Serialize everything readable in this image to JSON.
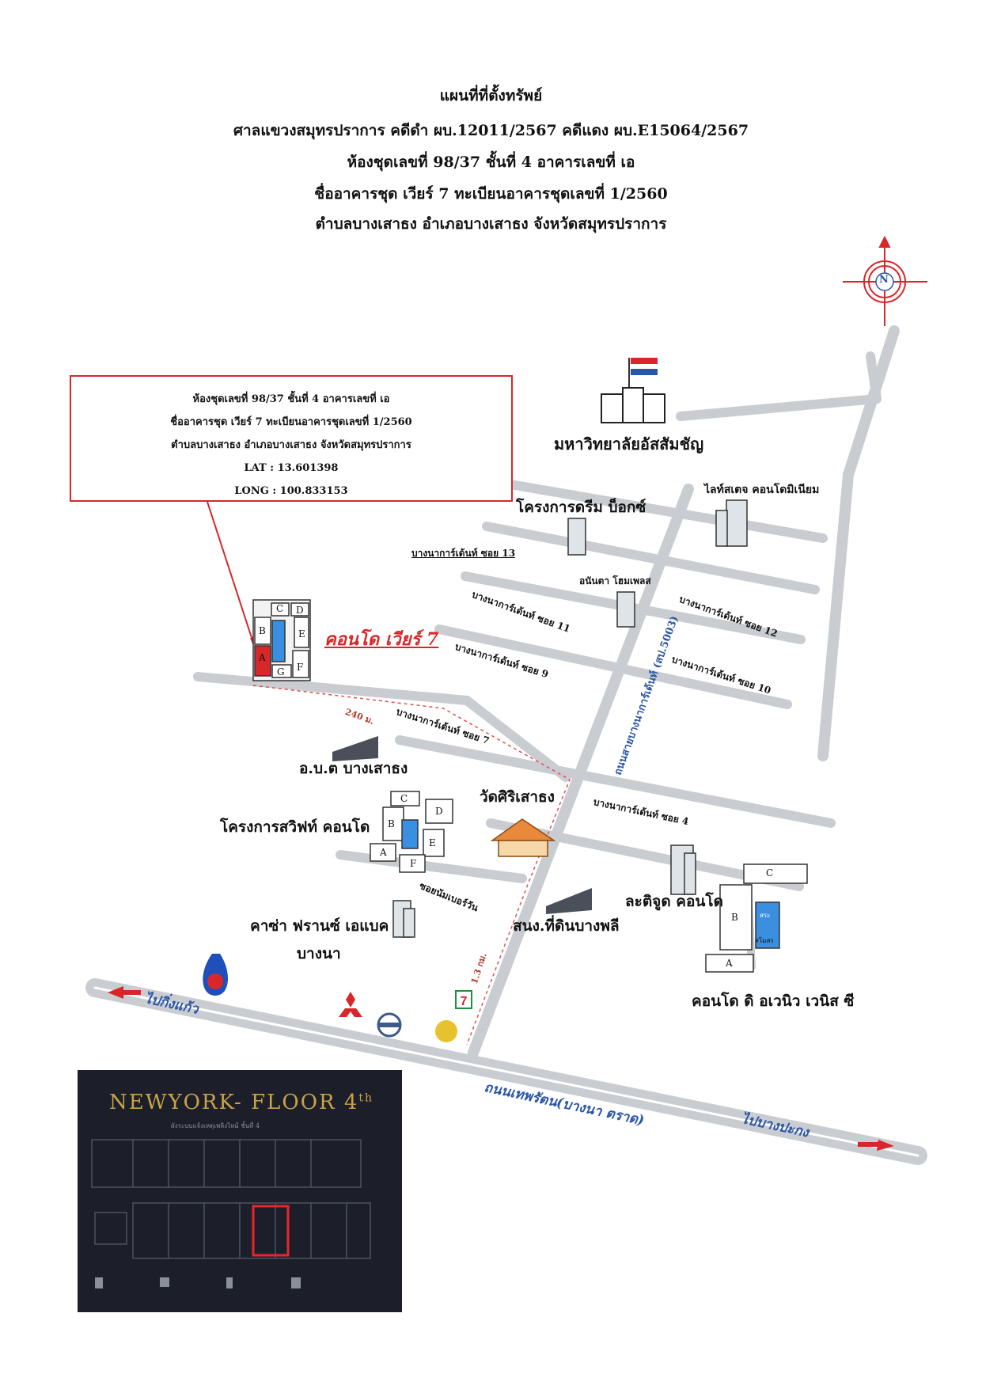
{
  "header": {
    "line1": "แผนที่ที่ตั้งทรัพย์",
    "line2": "ศาลแขวงสมุทรปราการ คดีดำ ผบ.12011/2567 คดีแดง ผบ.E15064/2567",
    "line3": "ห้องชุดเลขที่ 98/37 ชั้นที่ 4 อาคารเลขที่ เอ",
    "line4": "ชื่ออาคารชุด เวียร์ 7 ทะเบียนอาคารชุดเลขที่ 1/2560",
    "line5": "ตำบลบางเสาธง อำเภอบางเสาธง จังหวัดสมุทรปราการ"
  },
  "info_box": {
    "line1": "ห้องชุดเลขที่ 98/37 ชั้นที่ 4 อาคารเลขที่ เอ",
    "line2": "ชื่ออาคารชุด เวียร์ 7 ทะเบียนอาคารชุดเลขที่ 1/2560",
    "line3": "ตำบลบางเสาธง อำเภอบางเสาธง จังหวัดสมุทรปราการ",
    "lat": "LAT : 13.601398",
    "long": "LONG : 100.833153"
  },
  "compass": {
    "letter": "N"
  },
  "places": {
    "university": "มหาวิทยาลัยอัสสัมชัญ",
    "lightstyle": "ไลท์สเตจ คอนโดมิเนียม",
    "dream_box": "โครงการดรีม บ็อกซ์",
    "anunta": "อนันตา โฮมเพลส",
    "condo_wier": "คอนโด เวียร์ 7",
    "obt": "อ.บ.ต บางเสาธง",
    "wat": "วัดศิริเสาธง",
    "swift": "โครงการสวิฟท์ คอนโด",
    "latitude": "ละติจูด คอนโด",
    "casa_1": "คาซ่า ฟรานซ์ เอแบค",
    "casa_2": "บางนา",
    "land_office": "สนง.ที่ดินบางพลี",
    "the_avenue": "คอนโด ดิ อเวนิว เวนิส ซี"
  },
  "roads": {
    "soi13": "บางนาการ์เด้นท์ ซอย 13",
    "soi11": "บางนาการ์เด้นท์ ซอย 11",
    "soi12": "บางนาการ์เด้นท์ ซอย 12",
    "soi9": "บางนาการ์เด้นท์ ซอย 9",
    "soi10": "บางนาการ์เด้นท์ ซอย 10",
    "soi7": "บางนาการ์เด้นท์ ซอย 7",
    "soi4": "บางนาการ์เด้นท์ ซอย 4",
    "main_road": "ถนนสายบางนาการ์เด้นท์ (สป.5003)",
    "soi_number_one": "ซอยนัมเบอร์วัน",
    "thepparat": "ถนนเทพรัตน(บางนา ตราด)",
    "to_king_kaeo": "ไปกิ่งแก้ว",
    "to_bang_pakong": "ไปบางปะกง"
  },
  "distances": {
    "d240": "240 ม.",
    "d13km": "1.3 กม."
  },
  "wier_blocks": [
    "C",
    "D",
    "B",
    "E",
    "A",
    "F",
    "G"
  ],
  "swift_blocks": [
    "C",
    "D",
    "B",
    "E",
    "A",
    "F"
  ],
  "avenue_blocks": [
    "C",
    "B",
    "A"
  ],
  "avenue_pool_labels": [
    "สระ",
    "สโมสร"
  ],
  "floor_plan": {
    "title": "NEWYORK- FLOOR 4",
    "title_sup": "th",
    "subtitle": "ผังระบบแจ้งเหตุเพลิงไหม้ ชั้นที่ 4"
  },
  "colors": {
    "road": "#c9ccd0",
    "accent_red": "#d8262b",
    "label_blue": "#2a56a6",
    "floor_bg": "#1c1f29",
    "floor_gold": "#c8a34a"
  }
}
